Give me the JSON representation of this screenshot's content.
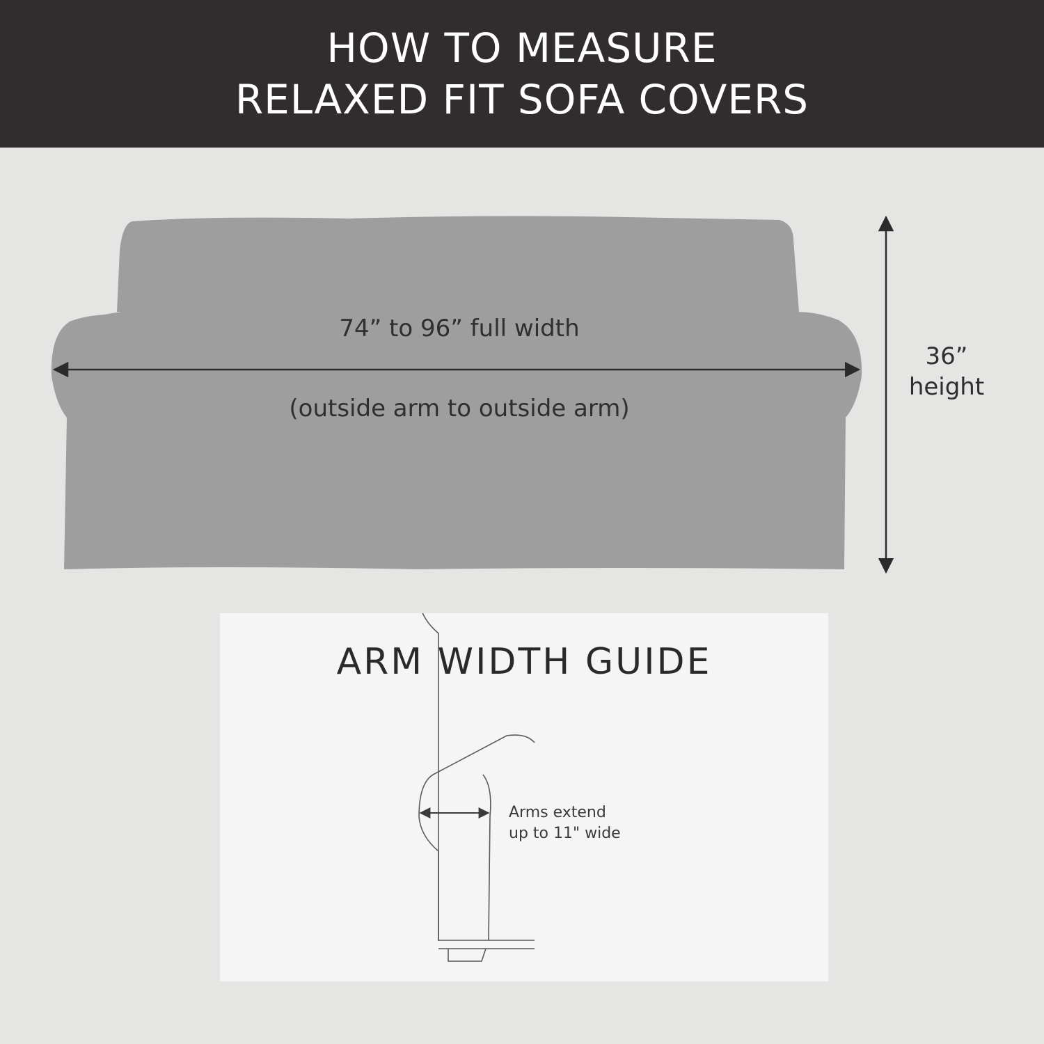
{
  "header": {
    "title_line1": "HOW TO MEASURE",
    "title_line2": "RELAXED FIT SOFA COVERS"
  },
  "sofa": {
    "width_label": "74” to 96” full width",
    "width_sublabel": "(outside arm to outside arm)",
    "height_value": "36”",
    "height_label": "height"
  },
  "arm_guide": {
    "title": "ARM WIDTH GUIDE",
    "note_line1": "Arms extend",
    "note_line2": "up to 11\" wide"
  },
  "colors": {
    "header_bg": "#312d2e",
    "page_bg": "#e5e5e4",
    "sofa_fill": "#9e9e9e",
    "guide_bg": "#f5f5f5"
  }
}
